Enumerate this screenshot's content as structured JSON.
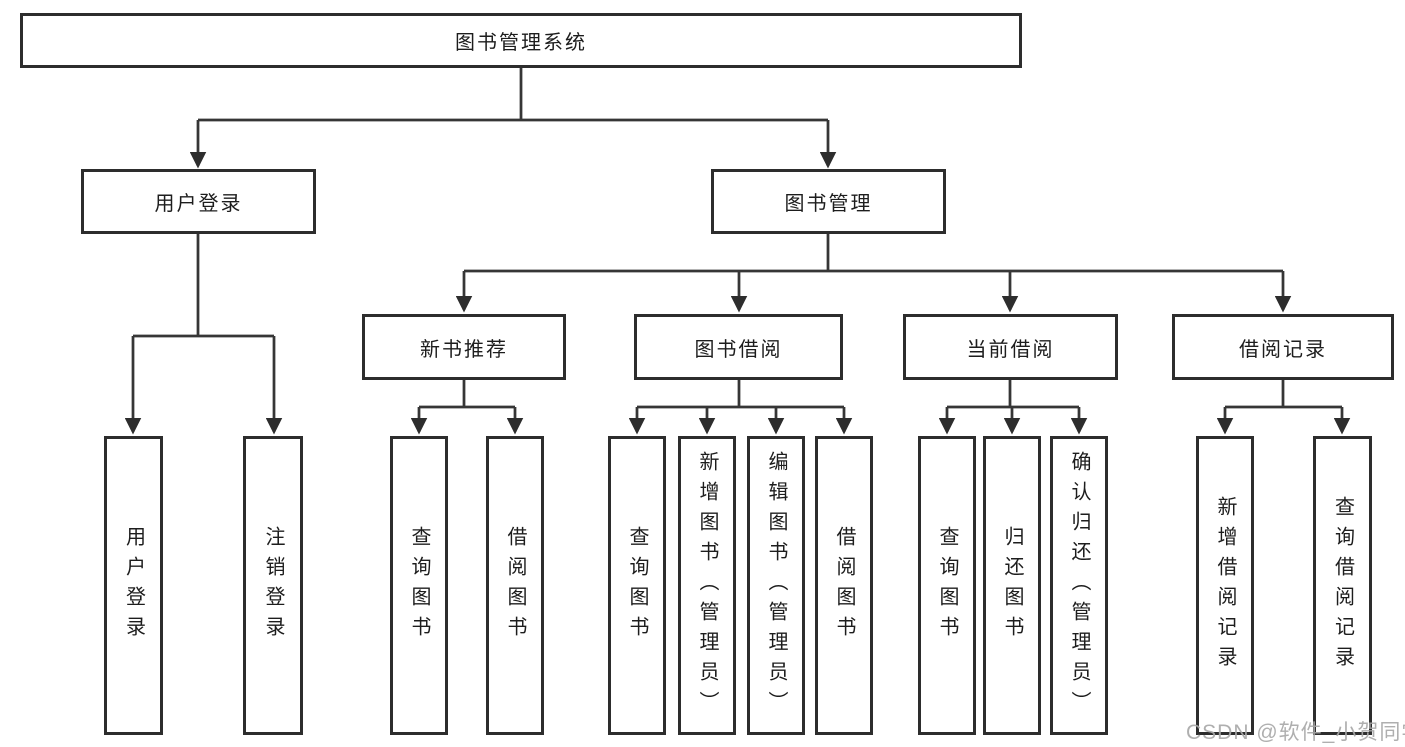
{
  "diagram": {
    "root": "图书管理系统",
    "branches": [
      {
        "label": "用户登录",
        "children": [
          "用户登录",
          "注销登录"
        ]
      },
      {
        "label": "图书管理",
        "groups": [
          {
            "label": "新书推荐",
            "children": [
              "查询图书",
              "借阅图书"
            ]
          },
          {
            "label": "图书借阅",
            "children": [
              "查询图书",
              "新增图书（管理员）",
              "编辑图书（管理员）",
              "借阅图书"
            ]
          },
          {
            "label": "当前借阅",
            "children": [
              "查询图书",
              "归还图书",
              "确认归还（管理员）"
            ]
          },
          {
            "label": "借阅记录",
            "children": [
              "新增借阅记录",
              "查询借阅记录"
            ]
          }
        ]
      }
    ]
  },
  "watermark": "CSDN @软件_小贺同学",
  "colors": {
    "line": "#363636",
    "arrow": "#2d2d2d",
    "box_border": "#2d2d2d",
    "text": "#1d1d1d",
    "watermark": "#a8a8a8",
    "background": "#ffffff"
  }
}
